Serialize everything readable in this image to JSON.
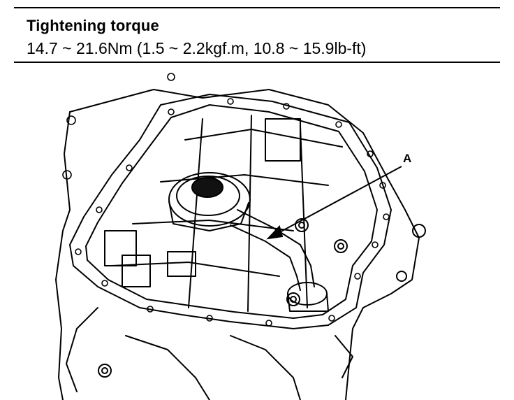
{
  "spec": {
    "title": "Tightening torque",
    "value": "14.7 ~ 21.6Nm (1.5 ~ 2.2kgf.m, 10.8 ~ 15.9lb-ft)"
  },
  "figure": {
    "callout_label": "A"
  }
}
